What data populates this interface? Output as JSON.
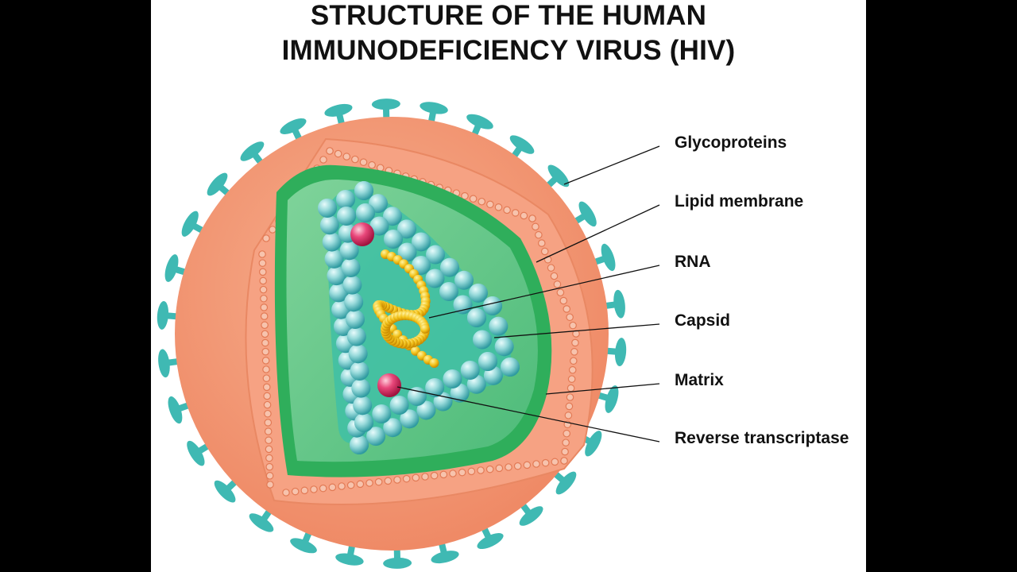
{
  "title": {
    "line1": "STRUCTURE OF THE HUMAN",
    "line2": "IMMUNODEFICIENCY VIRUS (HIV)"
  },
  "labels": [
    "Glycoproteins",
    "Lipid membrane",
    "RNA",
    "Capsid",
    "Matrix",
    "Reverse transcriptase"
  ],
  "colors": {
    "outer_membrane": "#f39a78",
    "membrane_dots": "#f7c3ad",
    "spike": "#3fb9b3",
    "matrix_green": "#2fae5b",
    "inner_green": "#5cc58a",
    "capsid_bead": "#8fd7d8",
    "rna": "#f2c21b",
    "enzyme": "#e23462"
  }
}
